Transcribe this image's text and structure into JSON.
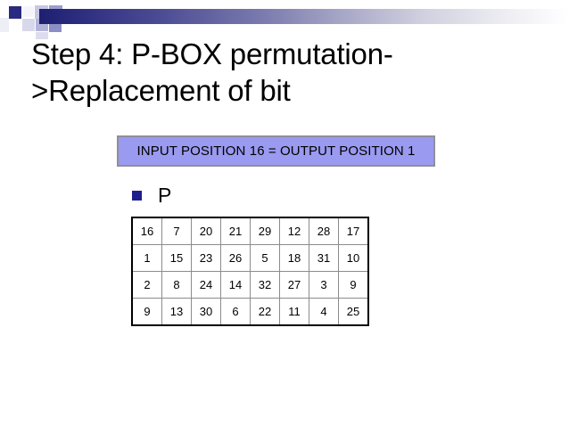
{
  "slide": {
    "background_color": "#ffffff",
    "accent_color": "#2a2a80",
    "title": "Step 4: P-BOX permutation->Replacement of bit",
    "banner": {
      "text": "INPUT POSITION 16 = OUTPUT POSITION 1",
      "fill_color": "#9a9af0",
      "border_color": "#8f8f99"
    },
    "bullet": {
      "label": "P",
      "marker_color": "#1f1f8c"
    }
  },
  "chart_data": {
    "type": "table",
    "title": "P",
    "rows": [
      [
        "16",
        "7",
        "20",
        "21",
        "29",
        "12",
        "28",
        "17"
      ],
      [
        "1",
        "15",
        "23",
        "26",
        "5",
        "18",
        "31",
        "10"
      ],
      [
        "2",
        "8",
        "24",
        "14",
        "32",
        "27",
        "3",
        "9"
      ],
      [
        "9",
        "13",
        "30",
        "6",
        "22",
        "11",
        "4",
        "25"
      ]
    ],
    "n_rows": 4,
    "n_cols": 8
  }
}
